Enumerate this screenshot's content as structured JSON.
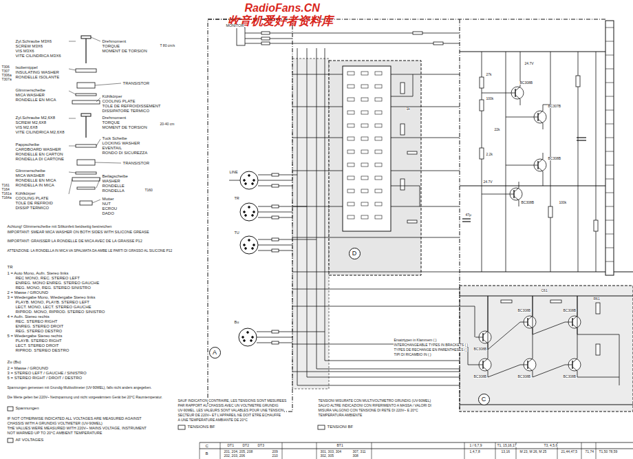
{
  "diagram": {
    "nodes": [
      {
        "text": [
          "A"
        ]
      },
      {
        "text": [
          "D"
        ]
      },
      {
        "text": [
          "C"
        ]
      }
    ],
    "labels": [
      "RadioFans.CN",
      "收音机爱好者资料库",
      "Zyl.Schraube M3X6",
      "SCREW M3X6",
      "VIS M3X6",
      "VITE CILINDRICA M3X6",
      "Drehmoment",
      "TORQUE",
      "MOMENT DE TORSION",
      "T 80 cm/s",
      "T306",
      "T307",
      "T306a",
      "T307a",
      "Isoliernippel",
      "INSULATING WASHER",
      "RONDELLE ISOLANTE",
      "TRANSISTOR",
      "Glimmerscheibe",
      "MICA WASHER",
      "RONDELLE EN MICA",
      "Kühlkörper",
      "COOLING PLATE",
      "TOLE DE REFROIDISSEMENT",
      "DISSIPATORE TERMICO",
      "Zyl.Schraube M2,6X8",
      "SCREW M2,6X8",
      "VIS M2,6X8",
      "VITE CILINDRICA M2,6X8",
      "Drehmoment",
      "TORQUE",
      "MOMENT DE TORSION",
      "20-40 cm",
      "Pappscheibe",
      "CARDBOARD WASHER",
      "RONDELLE EN CARTON",
      "RONDELLA DI CARTONE",
      "Tuck Scheibe",
      "LOCKING WASHER",
      "EVENTAIL",
      "RONDO DI SICUREZZA",
      "TRANSISTOR",
      "T161",
      "T164",
      "T161a",
      "T164a",
      "Glimmerscheibe",
      "MICA WASHER",
      "RONDELLE EN MICA",
      "RONDELLA IN MICA",
      "Beilagscheibe",
      "WASHER",
      "RONDELLE",
      "RONDELLA",
      "Kühlkörper",
      "COOLING PLATE",
      "TOLE DE REFROID",
      "DISSIP TERMICO",
      "Mutter",
      "NUT",
      "ECROU",
      "DADO",
      "T160",
      "Achtung! Glimmerscheibe mit Silikonfett beidseitig bestreichen",
      "IMPORTANT: SMEAR MICA WASHER ON BOTH SIDES WITH SILICONE GREASE",
      "IMPORTANT: GRAISSER LA RONDELLE DE MICA AVEC DE LA GRAISSE P12",
      "ATTENZIONE: LA RONDELLA IN MICA VA SPALMATA DA AMBE LE PARTI DI GRASSO AL SILICONE P12",
      "TR",
      "1 = Auto Mono, Aufn. Stereo links",
      "REC MONO, REC. STEREO LEFT",
      "ENREG. MONO ENREG. STEREO GAUCHE",
      "REG. MONO, REG. STEREO SINISTRO",
      "2 = Masse / GROUND",
      "3 = Wiedergabe Mono, Wiedergabe Stereo links",
      "PLAYB. MONO, PLAYB. STEREO LEFT",
      "LECT. MONO, LECT. STEREO GAUCHE",
      "RIPROD. MONO, RIPROD. STEREO SINISTRO",
      "4 = Aufn. Stereo rechts",
      "REC. STEREO RIGHT",
      "ENREG. STEREO DROIT",
      "REG. STEREO DESTRO",
      "5 = Wiedergabe Stereo rechts",
      "PLAYB. STEREO RIGHT",
      "LECT. STEREO DROIT",
      "RIPROD. STEREO DESTRO",
      "Zu (Bu)",
      "2 = Masse / GROUND",
      "3 = STEREO LEFT / GAUCHE / SINISTRO",
      "5 = STEREO RIGHT / DROIT / DESTRO",
      "Spannungen gemessen mit Grundig-Multivoltmeter (UV-90MEL), falls nicht anders angegeben.",
      "Die Werte gelten bei 220V~ Netzspannung und nicht vorgewärmtem Gerät bei 20°C Raumtemperatur.",
      "Spannungen",
      "IF NOT OTHERWISE INDICATED ALL VOLTAGES ARE MEASURED AGAINST",
      "CHASSIS WITH A GRUNDIG VOLTMETER (UV-90MEL)",
      "THE VALUES WERE MEASURED WITH 220V~ MAINS VOLTAGE, INSTRUMENT",
      "NOT WARMED UP TO 20°C AMBIENT TEMPERATURE",
      "AF VOLTAGES",
      "SAUF INDICATION CONTRAIRE, LES TENSIONS SONT MESUREES",
      "PAR RAPPORT AU CHASSIS AVEC UN VOLTMETRE GRUNDIG",
      "UV-90MEL. LES VALEURS SONT VALABLES POUR UNE TENSION",
      "SECTEUR DE 220V~ ET L'APPAREIL NE DOIT ETRE ECHAUFFE",
      "A UNE TEMPERATURE AMBIANTE DE 20°C",
      "TENSIONS BF",
      "TENSIONI MISURATE CON MULTIVOLTMETRO GRUNDIG (UV-90MEL)",
      "SALVO ALTRE INDICAZIONI CON RIFERIMENTO A MASSA / VALORI DI",
      "MISURA VALGONO CON TENSIONE DI RETE DI 220V~ E 20°C",
      "TEMPERATURA AMBIENTE",
      "TENSIONI BF",
      "Ersatztypen in Klammern ( )",
      "INTERCHANGEABLE TYPES IN BRACKETS ( )",
      "TYPES DE RECHANGE EN PARENTHESES ( )",
      "TIPI DI RICAMBIO IN ( )",
      "MONITOR",
      "LINE",
      "TR",
      "TU",
      "Bu",
      "BC308B",
      "BC307B",
      "BC308B",
      "BC308B",
      "24.7V",
      "24.7V",
      "BC308B",
      "BC308B",
      "BC308B",
      "BC308B",
      "BC308B",
      "BC308B",
      "27k",
      "100k",
      "22k",
      "2,2k",
      "100k",
      "47µ",
      "R61",
      "C61",
      "1k",
      "C",
      "B",
      "DT1",
      "DT2",
      "DT3",
      "BT1",
      "1 / 6,7,9",
      "T1, 15,16,17",
      "T3, 4,5,6",
      "201, 204, 205, 208",
      "209",
      "301, 303, 304",
      "307, 311",
      "1,4,7,8",
      "13,16",
      "M 23, M 26, M 25",
      "21,44,47,5",
      "71,74",
      "T1,50 78,59",
      "202, 203, 206",
      "210",
      "302, 305",
      "308"
    ]
  }
}
